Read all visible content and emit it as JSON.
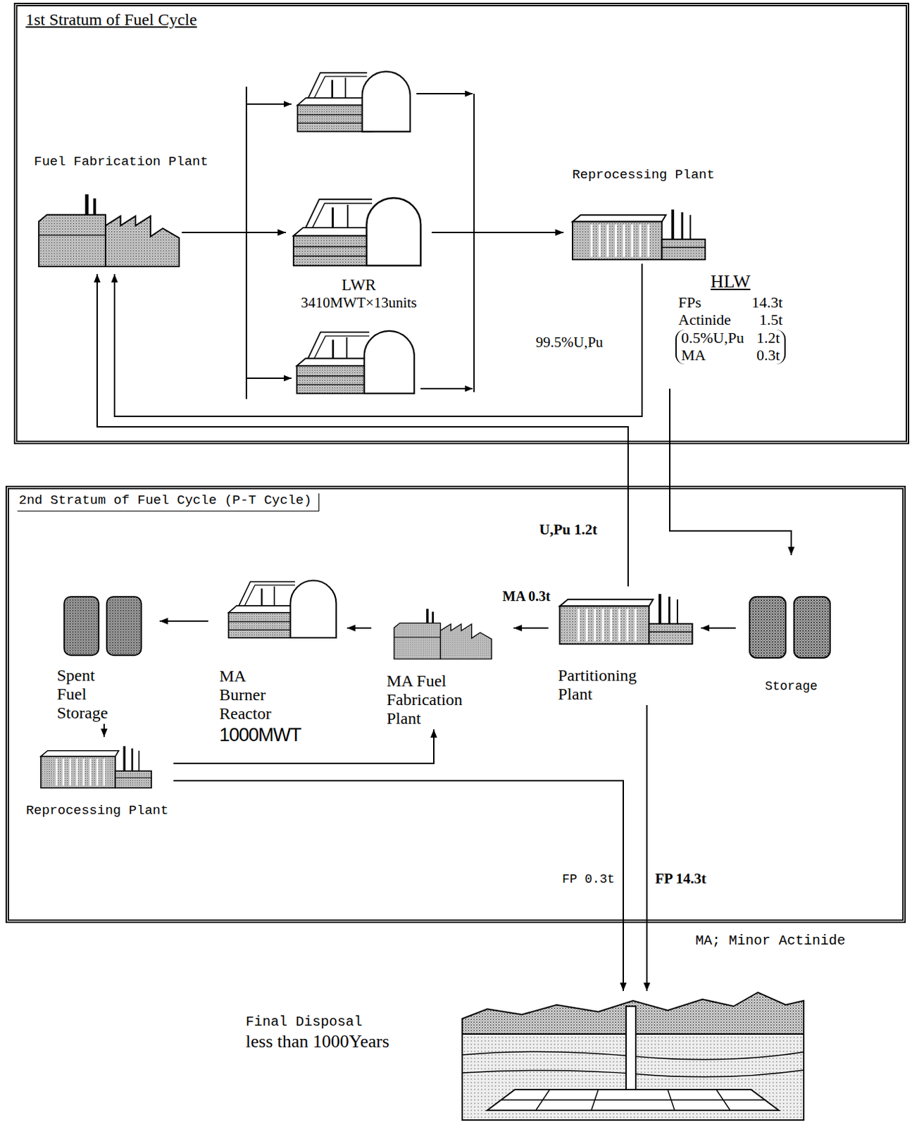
{
  "diagram": {
    "nodes": [
      {
        "text": [
          "1st Stratum of Fuel Cycle"
        ]
      },
      {
        "text": [
          "Fuel Fabrication Plant"
        ],
        "in": 0
      },
      {
        "text": [
          "LWR",
          "3410MWT×13units"
        ],
        "in": 0
      },
      {
        "text": [
          "Reprocessing Plant"
        ],
        "in": 0
      },
      {
        "text": [
          "HLW",
          "FPs",
          "14.3t",
          "Actinide",
          "1.5t",
          "0.5%U,Pu",
          "1.2t",
          "MA",
          "0.3t"
        ],
        "in": 0
      },
      {
        "text": [
          "2nd Stratum of Fuel Cycle (P-T Cycle)"
        ]
      },
      {
        "text": [
          "Storage"
        ],
        "in": 5
      },
      {
        "text": [
          "Partitioning Plant"
        ],
        "in": 5
      },
      {
        "text": [
          "MA Fuel Fabrication Plant"
        ],
        "in": 5
      },
      {
        "text": [
          "MA Burner Reactor",
          "1000MWT"
        ],
        "in": 5
      },
      {
        "text": [
          "Spent Fuel Storage"
        ],
        "in": 5
      },
      {
        "text": [
          "Reprocessing Plant"
        ],
        "in": 5
      },
      {
        "text": [
          "Final Disposal",
          "less than 1000Years"
        ]
      }
    ],
    "edges": [
      {
        "from": 1,
        "to": 2,
        "arrow": "to"
      },
      {
        "from": 2,
        "to": 3,
        "arrow": "to"
      },
      {
        "from": 3,
        "to": 1,
        "label": "99.5%U,Pu",
        "arrow": "to"
      },
      {
        "from": 4,
        "to": 6,
        "arrow": "to"
      },
      {
        "from": 7,
        "to": 1,
        "label": "U,Pu 1.2t",
        "arrow": "to"
      },
      {
        "from": 6,
        "to": 7,
        "arrow": "to"
      },
      {
        "from": 7,
        "to": 8,
        "label": "MA 0.3t",
        "arrow": "to"
      },
      {
        "from": 8,
        "to": 9,
        "arrow": "to"
      },
      {
        "from": 9,
        "to": 10,
        "arrow": "to"
      },
      {
        "from": 10,
        "to": 11,
        "arrow": "to"
      },
      {
        "from": 11,
        "to": 8,
        "arrow": "to"
      },
      {
        "from": 11,
        "to": 12,
        "label": "FP 0.3t",
        "arrow": "to"
      },
      {
        "from": 7,
        "to": 12,
        "label": "FP 14.3t",
        "arrow": "to"
      }
    ],
    "labels": [
      "MA; Minor Actinide"
    ]
  }
}
